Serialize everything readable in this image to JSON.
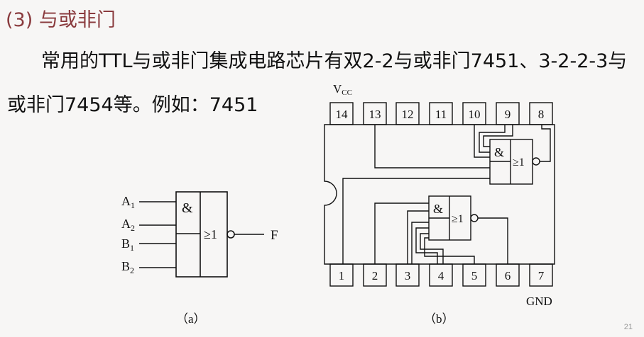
{
  "slide": {
    "title": "(3) 与或非门",
    "paragraph": "常用的TTL与或非门集成电路芯片有双2-2与或非门7451、3-2-2-3与或非门7454等。例如：7451",
    "page_number": "21"
  },
  "fig_a": {
    "caption": "（a）",
    "inputs": [
      {
        "letter": "A",
        "sub": "1"
      },
      {
        "letter": "A",
        "sub": "2"
      },
      {
        "letter": "B",
        "sub": "1"
      },
      {
        "letter": "B",
        "sub": "2"
      }
    ],
    "and_symbol": "&",
    "or_symbol": "≥1",
    "output": "F"
  },
  "fig_b": {
    "caption": "（b）",
    "vcc_letter": "V",
    "vcc_sub": "CC",
    "gnd": "GND",
    "top_pins": [
      "14",
      "13",
      "12",
      "11",
      "10",
      "9",
      "8"
    ],
    "bottom_pins": [
      "1",
      "2",
      "3",
      "4",
      "5",
      "6",
      "7"
    ],
    "and_symbol": "&",
    "or_symbol": "≥1"
  }
}
